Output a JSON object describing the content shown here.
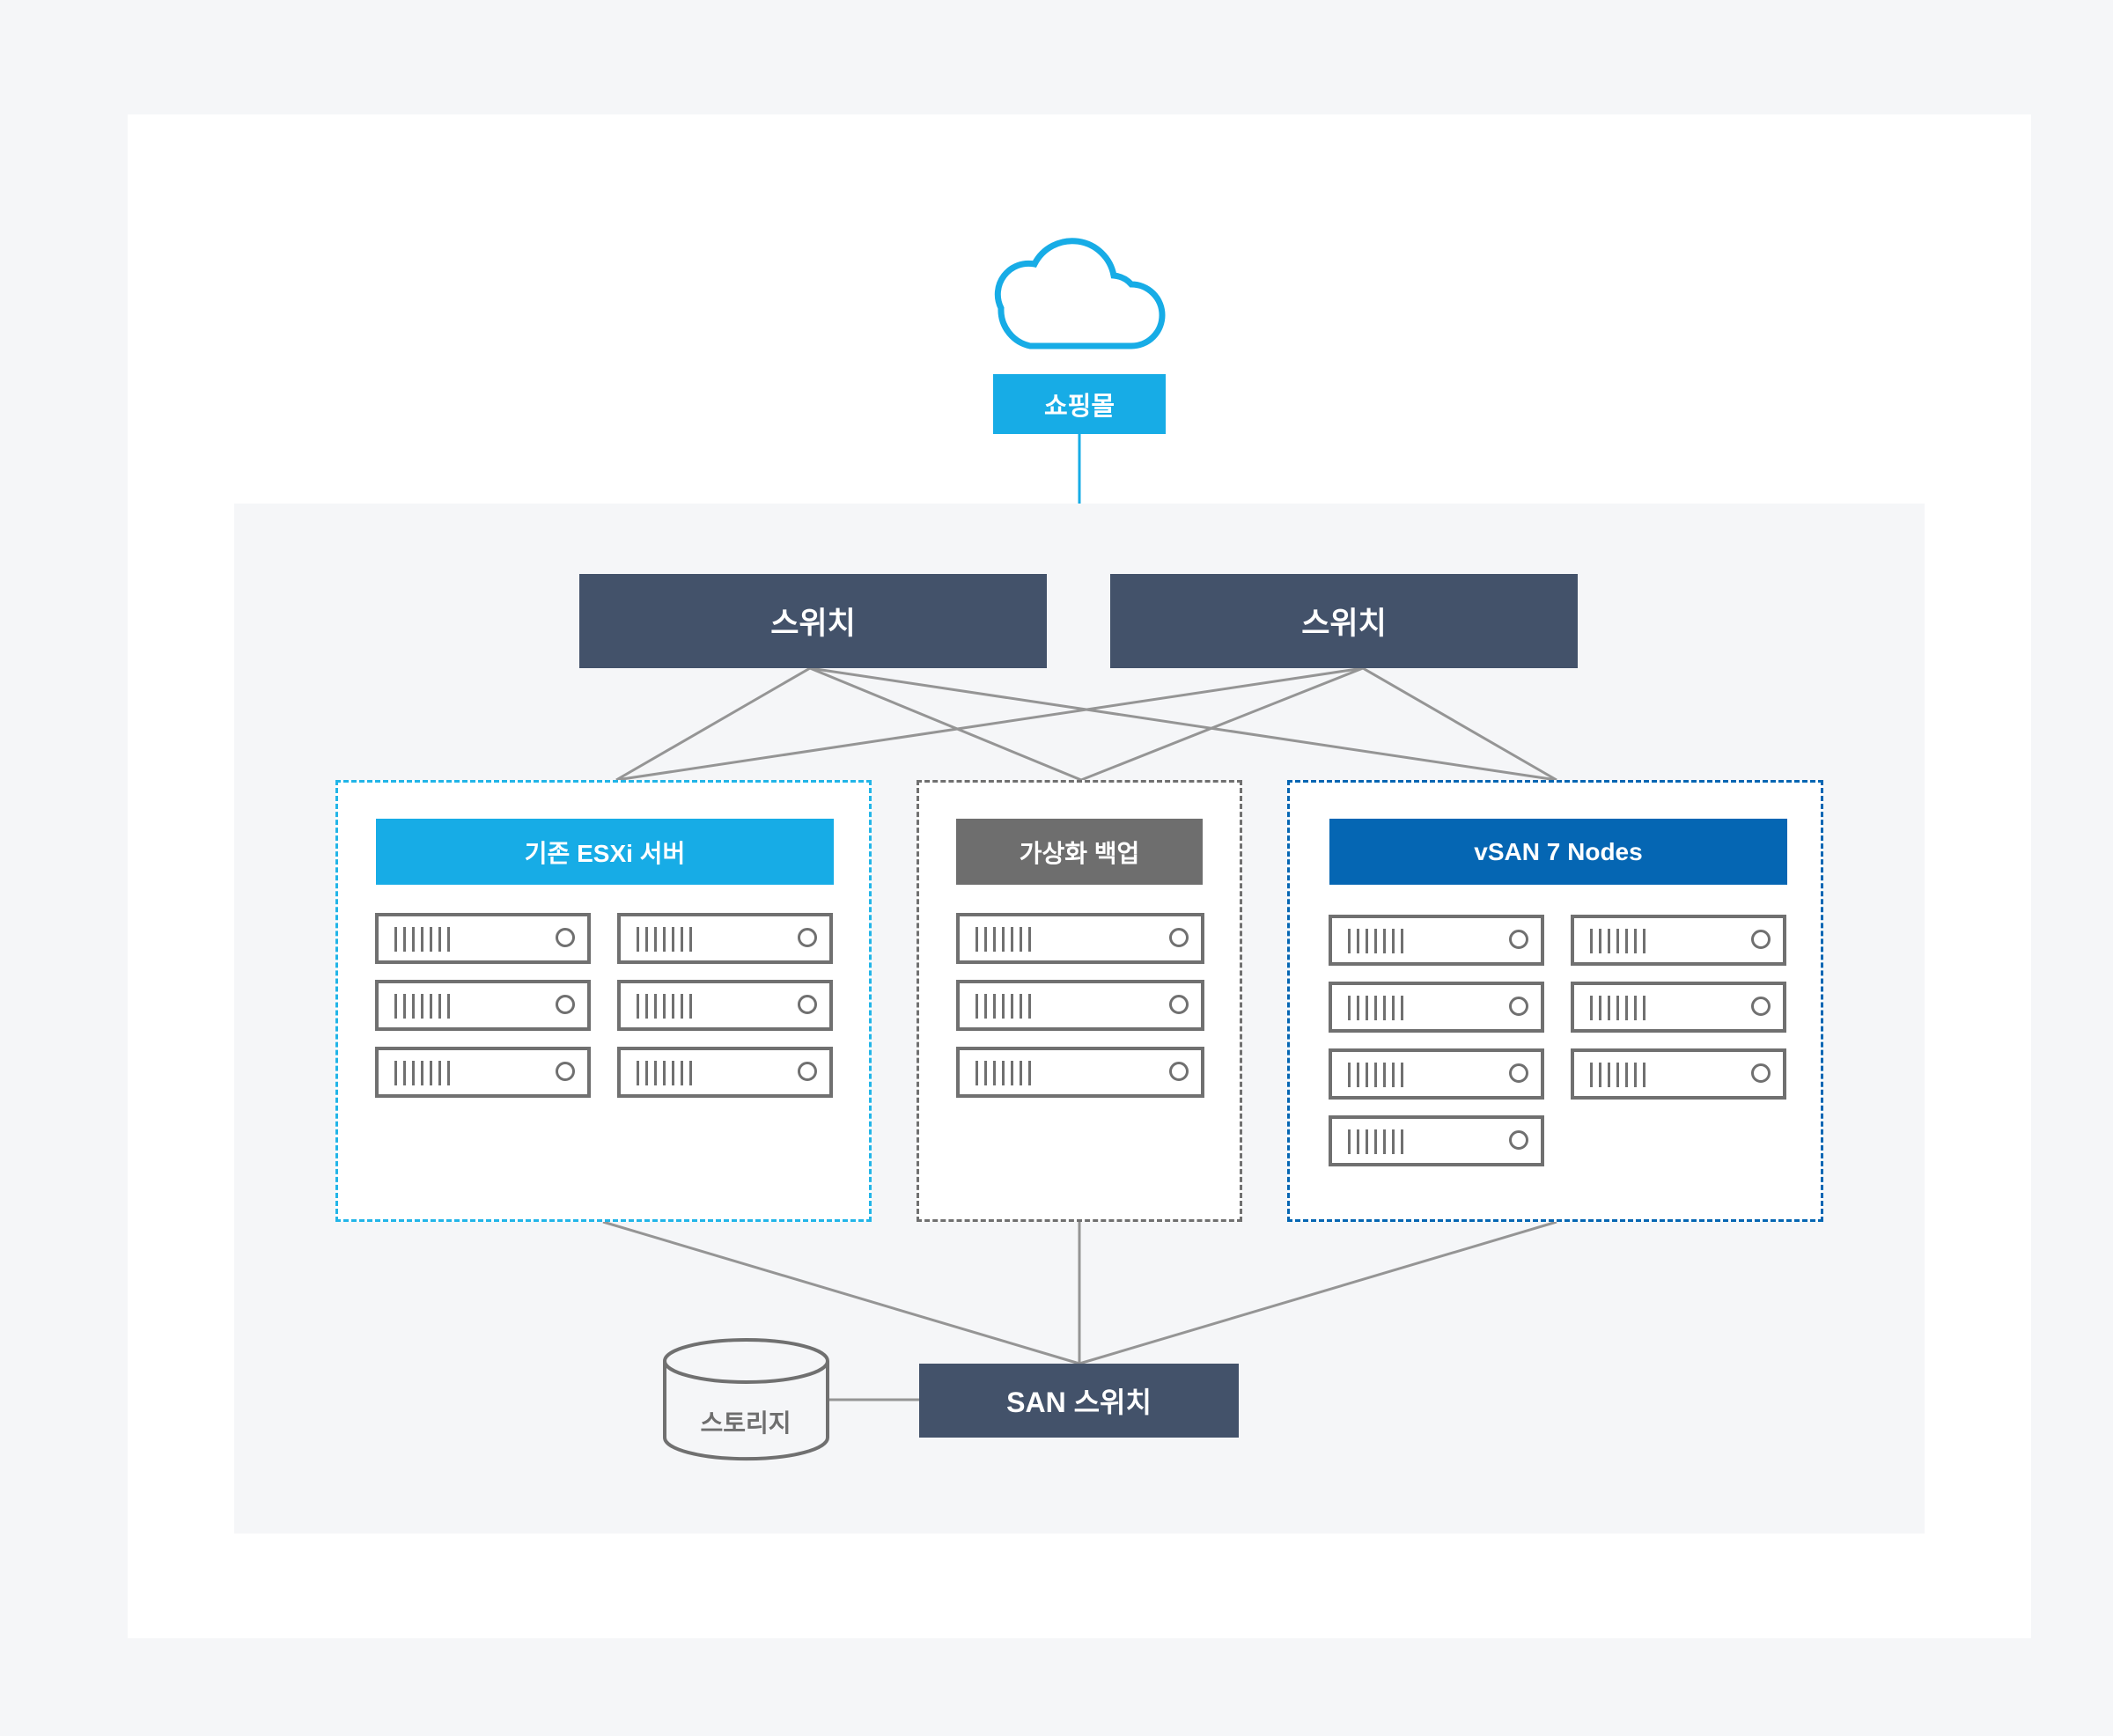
{
  "diagram": {
    "title": "shopping-mall infrastructure",
    "cloud": {
      "icon": "cloud-icon"
    },
    "shop_label": "쇼핑몰",
    "switches": [
      {
        "label": "스위치"
      },
      {
        "label": "스위치"
      }
    ],
    "groups": [
      {
        "id": "esxi",
        "label": "기존 ESXi 서버",
        "server_count": 6,
        "color": "#17ace6",
        "border_color": "#22b5e8"
      },
      {
        "id": "backup",
        "label": "가상화 백업",
        "server_count": 3,
        "color": "#6e6e6e",
        "border_color": "#707070"
      },
      {
        "id": "vsan",
        "label": "vSAN 7 Nodes",
        "server_count": 7,
        "color": "#0566b3",
        "border_color": "#0566b3"
      }
    ],
    "san_switch_label": "SAN 스위치",
    "storage_label": "스토리지",
    "colors": {
      "switch": "#43526a",
      "line": "#959595",
      "accent": "#17ace6",
      "server_outline": "#707070"
    }
  }
}
